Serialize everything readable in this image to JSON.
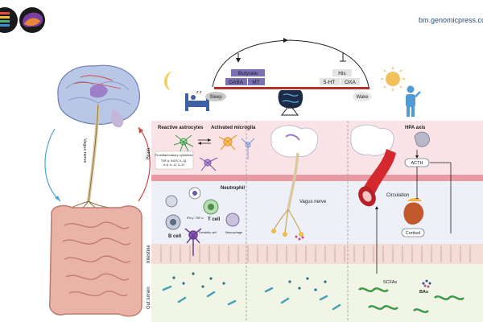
{
  "header": {
    "url": "bm.genomicpress.co"
  },
  "cycle": {
    "left_box_top": "Butyrate",
    "left_box_a": "GABA",
    "left_box_b": "MT",
    "right_box_top": "His",
    "right_box_a": "5-HT",
    "right_box_b": "OXA",
    "sleep_label": "Sleep",
    "wake_label": "Wake"
  },
  "left_panel": {
    "vagus_label": "Vagus nerve"
  },
  "brain_row": {
    "row_label": "Brain",
    "reactive_astrocytes": "Reactive astrocytes",
    "activated_microglia": "Activated microglia",
    "cytokines_title": "Proinflammatory cytokines",
    "cytokines_list_1": "TNF-α, INOS, IL-1β,",
    "cytokines_list_2": "IL-6, IL-12, IL-23",
    "hpa_axis": "HPA axis",
    "acth": "ACTH"
  },
  "middle_row": {
    "neutrophil": "Neutrophil",
    "t_cell": "T cell",
    "b_cell": "B cell",
    "dendritic_cell": "Dendritic cell",
    "macrophage": "Macrophage",
    "ifn_label": "IFN-γ, TNF-α",
    "vagus_nerve": "Vagus nerve",
    "circulation": "Circulation",
    "cortisol": "Cortisol"
  },
  "intestine_row": {
    "row_label": "Intestine"
  },
  "lumen_row": {
    "row_label": "Gut lumen",
    "scfas": "SCFAs",
    "bas": "BAs"
  },
  "colors": {
    "brain_bg": "#f9e3e6",
    "middle_bg": "#eef0f8",
    "intestine_bg": "#f3ddd6",
    "lumen_bg": "#f1f5e6",
    "box_purple": "#7b6fb5",
    "box_gray": "#e3e3e3",
    "bar_red": "#b5322a",
    "sun": "#f3c15b",
    "moon": "#f3cf5e"
  }
}
